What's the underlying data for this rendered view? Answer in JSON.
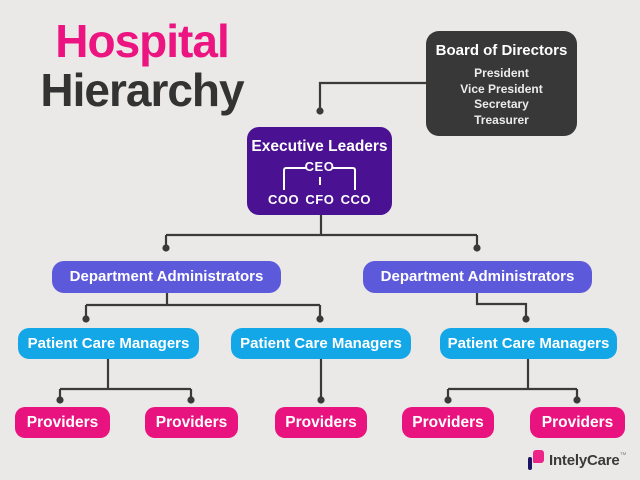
{
  "title": {
    "line1": "Hospital",
    "line2": "Hierarchy"
  },
  "board": {
    "title": "Board of Directors",
    "members": [
      "President",
      "Vice President",
      "Secretary",
      "Treasurer"
    ]
  },
  "executive": {
    "title": "Executive Leaders",
    "ceo": "CEO",
    "subordinates": [
      "COO",
      "CFO",
      "CCO"
    ]
  },
  "departments": [
    "Department Administrators",
    "Department Administrators"
  ],
  "managers": [
    "Patient Care Managers",
    "Patient Care Managers",
    "Patient Care Managers"
  ],
  "providers": [
    "Providers",
    "Providers",
    "Providers",
    "Providers",
    "Providers"
  ],
  "logo": {
    "name": "IntelyCare",
    "trademark": "™"
  },
  "colors": {
    "background": "#EAE9E7",
    "title_pink": "#EC1480",
    "title_dark": "#333333",
    "board_bg": "#383838",
    "board_text": "#FFFFFF",
    "board_member_text": "#ECECEC",
    "executive_bg": "#4A1292",
    "department_bg": "#5C59DB",
    "manager_bg": "#14A7E8",
    "provider_bg": "#E8137E",
    "connector": "#3A3A3A",
    "logo_text": "#3A3A3A",
    "logo_pink": "#ED2588",
    "logo_dark": "#1B1464"
  }
}
